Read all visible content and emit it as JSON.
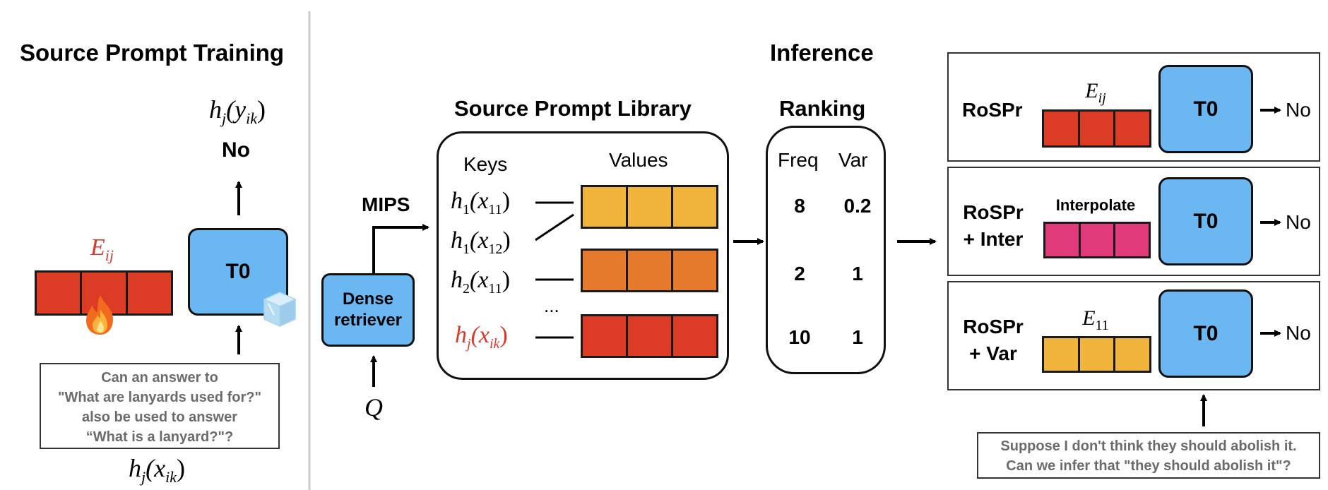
{
  "left": {
    "title": "Source Prompt Training",
    "top_formula": "h",
    "top_formula_sub": "j",
    "top_formula_arg": "(y",
    "top_formula_arg_sub": "ik",
    "top_formula_close": ")",
    "output": "No",
    "prompt_label": "E",
    "prompt_label_sub": "ij",
    "model": "T0",
    "question_lines": [
      "Can an answer to",
      "\"What are lanyards used for?\"",
      "also be used to answer",
      "“What is a lanyard?\"?"
    ],
    "bottom_formula": "h",
    "bottom_formula_sub": "j",
    "bottom_formula_arg": "(x",
    "bottom_formula_arg_sub": "ik",
    "bottom_formula_close": ")"
  },
  "middle": {
    "inference_title": "Inference",
    "mips_label": "MIPS",
    "retriever_line1": "Dense",
    "retriever_line2": "retriever",
    "query": "Q",
    "library_title": "Source Prompt Library",
    "keys_header": "Keys",
    "values_header": "Values",
    "keys": [
      {
        "h": "h",
        "hsub": "1",
        "x": "(x",
        "xsub": "11",
        "close": ")"
      },
      {
        "h": "h",
        "hsub": "1",
        "x": "(x",
        "xsub": "12",
        "close": ")"
      },
      {
        "h": "h",
        "hsub": "2",
        "x": "(x",
        "xsub": "11",
        "close": ")"
      },
      {
        "h": "h",
        "hsub": "j",
        "x": "(x",
        "xsub": "ik",
        "close": ")"
      }
    ],
    "ellipsis": "...",
    "ranking_title": "Ranking",
    "freq_header": "Freq",
    "var_header": "Var",
    "rows": [
      {
        "freq": "8",
        "var": "0.2"
      },
      {
        "freq": "2",
        "var": "1"
      },
      {
        "freq": "10",
        "var": "1"
      }
    ]
  },
  "right": {
    "panels": [
      {
        "name_line1": "RoSPr",
        "name_line2": "",
        "prompt_label": "E",
        "prompt_label_sub": "ij",
        "model": "T0",
        "output": "No"
      },
      {
        "name_line1": "RoSPr",
        "name_line2": "+ Inter",
        "prompt_label": "Interpolate",
        "prompt_label_sub": "",
        "model": "T0",
        "output": "No"
      },
      {
        "name_line1": "RoSPr",
        "name_line2": "+ Var",
        "prompt_label": "E",
        "prompt_label_sub": "11",
        "model": "T0",
        "output": "No"
      }
    ],
    "question_lines": [
      "Suppose I don't think they should abolish it.",
      "Can we infer that \"they should abolish it\"?"
    ]
  },
  "colors": {
    "red": "#dc3b26",
    "yellow": "#f0b43c",
    "orange": "#e57a2d",
    "pink": "#e23b7c",
    "t0_blue": "#6ab7f2",
    "red_text": "#d8392b",
    "gray_text": "#6b6b6b",
    "divider": "#c8c8c8"
  },
  "icons": [
    "fire-icon",
    "ice-cube-icon"
  ]
}
